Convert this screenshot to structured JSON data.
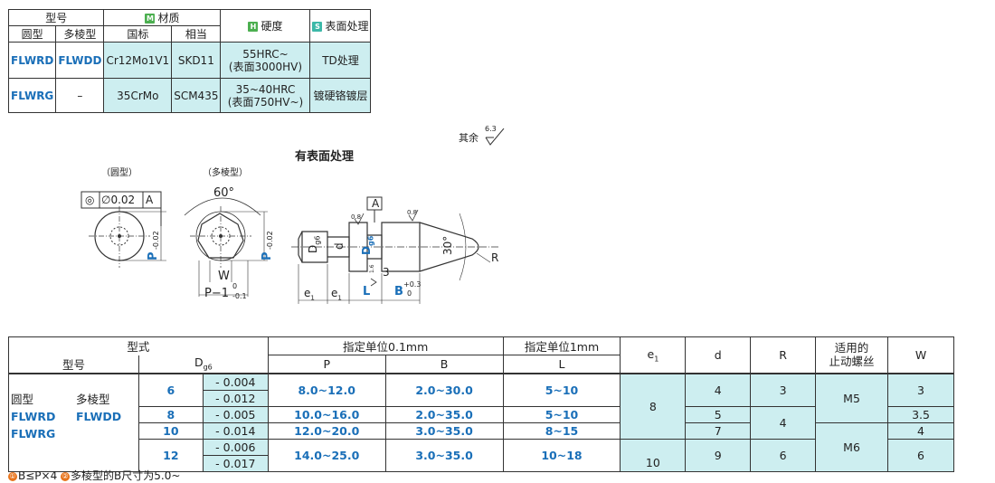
{
  "material_table": {
    "h_model": "型号",
    "h_material": "材质",
    "h_hardness": "硬度",
    "h_surface": "表面处理",
    "badge_m": "M",
    "badge_h": "H",
    "badge_s": "S",
    "h_round": "圆型",
    "h_multi": "多棱型",
    "h_gb": "国标",
    "h_equiv": "相当",
    "rows": [
      {
        "round": "FLWRD",
        "multi": "FLWDD",
        "gb": "Cr12Mo1V1",
        "equiv": "SKD11",
        "hard1": "55HRC~",
        "hard2": "(表面3000HV)",
        "surface": "TD处理"
      },
      {
        "round": "FLWRG",
        "multi": "–",
        "gb": "35CrMo",
        "equiv": "SCM435",
        "hard1": "35~40HRC",
        "hard2": "(表面750HV~)",
        "surface": "镀硬铬镀层"
      }
    ]
  },
  "drawing": {
    "roughness_note": "其余",
    "roughness_value": "6.3",
    "title": "有表面处理",
    "label_round": "（圆型）",
    "label_multi": "（多棱型）",
    "angle_60": "60°",
    "angle_30": "30°",
    "tol_symbol": "◎",
    "tol_value": "∅0.02",
    "datum": "A",
    "dim_P": "P",
    "tol_P_up": "0",
    "tol_P_low": "-0.02",
    "dim_W": "W",
    "dim_P1": "P−1",
    "tol_P1_up": "0",
    "tol_P1_low": "-0.1",
    "dim_D": "D",
    "sub_g6": "g6",
    "dim_d": "d",
    "dim_R": "R",
    "dim_e1": "e",
    "sub_1": "1",
    "dim_L": "L",
    "dim_B": "B",
    "tol_B_up": "+0.3",
    "tol_B_low": "0",
    "rough_08": "0.8",
    "rough_16": "1.6",
    "dim_3": "3"
  },
  "dim_table": {
    "h_type": "型式",
    "h_model": "型号",
    "h_D": "D",
    "h_D_sub": "g6",
    "h_unit01": "指定单位0.1mm",
    "h_unit1": "指定单位1mm",
    "h_P": "P",
    "h_B": "B",
    "h_L": "L",
    "h_e1": "e",
    "h_e1_sub": "1",
    "h_d": "d",
    "h_R": "R",
    "h_screw1": "适用的",
    "h_screw2": "止动螺丝",
    "h_W": "W",
    "model_round": "圆型",
    "model_multi": "多棱型",
    "model_r1": "FLWRD",
    "model_m1": "FLWDD",
    "model_r2": "FLWRG",
    "rows": [
      {
        "D": "6",
        "tol1": "- 0.004",
        "tol2": "- 0.012",
        "P": "8.0~12.0",
        "B": "2.0~30.0",
        "L": "5~10",
        "d": "4",
        "R": "3",
        "W": "3"
      },
      {
        "D": "8",
        "tol1": "- 0.005",
        "P": "10.0~16.0",
        "B": "2.0~35.0",
        "L": "5~10",
        "d": "5",
        "W": "3.5"
      },
      {
        "D": "10",
        "tol1": "- 0.014",
        "P": "12.0~20.0",
        "B": "3.0~35.0",
        "L": "8~15",
        "d": "7",
        "W": "4"
      },
      {
        "D": "12",
        "tol1": "- 0.006",
        "tol2": "- 0.017",
        "P": "14.0~25.0",
        "B": "3.0~35.0",
        "L": "10~18",
        "e1": "10",
        "d": "9",
        "R": "6",
        "W": "6"
      }
    ],
    "e1_merged": "8",
    "R_merged": "4",
    "screw_m5": "M5",
    "screw_m6": "M6"
  },
  "note": {
    "n1_mark": "①",
    "n1_text": "B≤P×4",
    "n2_mark": "②",
    "n2_text": "多棱型的B尺寸为5.0~"
  }
}
